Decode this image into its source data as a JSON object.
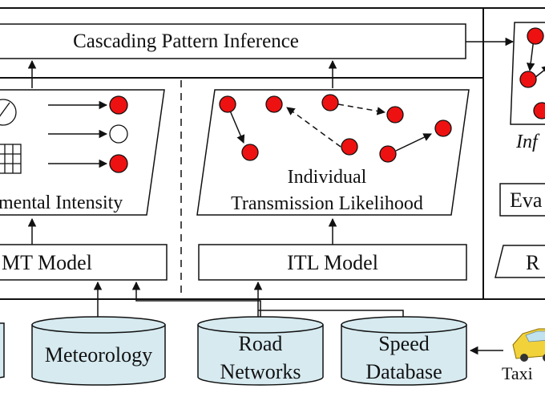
{
  "diagram": {
    "top_box": {
      "label": "Cascading Pattern Inference"
    },
    "left_panel": {
      "caption": "mental Intensity",
      "model": "MT Model"
    },
    "mid_panel": {
      "caption_line1": "Individual",
      "caption_line2": "Transmission Likelihood",
      "model": "ITL Model"
    },
    "right_panel": {
      "caption": "Inf",
      "eval_label": "Eva",
      "r_label": "R"
    },
    "databases": [
      {
        "line1": "Meteorology",
        "line2": ""
      },
      {
        "line1": "Road",
        "line2": "Networks"
      },
      {
        "line1": "Speed",
        "line2": "Database"
      }
    ],
    "taxi_label": "Taxi",
    "colors": {
      "node_fill": "#ee1111",
      "db_fill": "#d6eaf0",
      "stroke": "#111111"
    }
  }
}
